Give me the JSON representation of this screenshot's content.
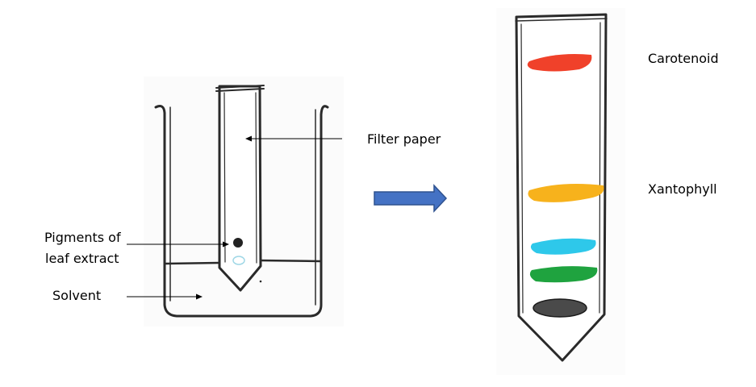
{
  "labels": {
    "filter_paper": "Filter paper",
    "pigments_line1": "Pigments of",
    "pigments_line2": "leaf extract",
    "solvent": "Solvent",
    "carotenoid": "Carotenoid",
    "xantophyll": "Xantophyll"
  },
  "colors": {
    "ink": "#2a2a2a",
    "arrow_fill": "#4472c4",
    "arrow_stroke": "#2f528f",
    "pigment_spot": "#222222",
    "band_carotenoid": "#f0412a",
    "band_xantophyll": "#f7b21c",
    "band_blue": "#2ec8ea",
    "band_green": "#1fa33f",
    "band_dark": "#4a4a4a"
  },
  "bands": [
    "carotenoid",
    "xantophyll",
    "blue",
    "green",
    "dark"
  ]
}
